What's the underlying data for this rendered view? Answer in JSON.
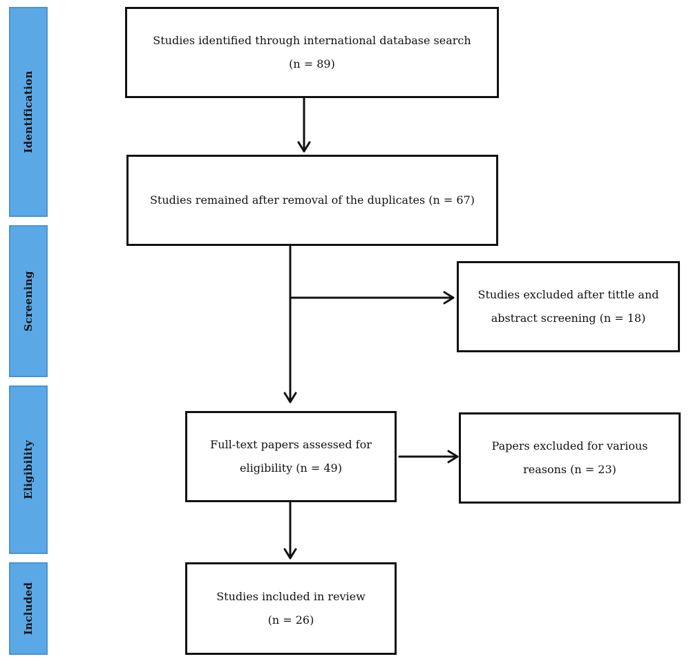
{
  "phases": {
    "identification": "Identification",
    "screening": "Screening",
    "eligibility": "Eligibility",
    "included": "Included"
  },
  "boxes": {
    "identified": {
      "line1": "Studies identified through international database search",
      "line2": "(n = 89)"
    },
    "after_duplicates": {
      "line1": "Studies remained after removal of the duplicates (n = 67)"
    },
    "excluded_screening": {
      "line1": "Studies excluded after tittle and",
      "line2": "abstract screening (n = 18)"
    },
    "full_text": {
      "line1": "Full-text papers assessed for",
      "line2": "eligibility (n = 49)"
    },
    "excluded_papers": {
      "line1": "Papers excluded for various",
      "line2": "reasons (n = 23)"
    },
    "included": {
      "line1": "Studies included in review",
      "line2": "(n = 26)"
    }
  },
  "colors": {
    "phase_fill": "#5aa8e6",
    "phase_border": "#4a94d0",
    "line": "#111111"
  }
}
